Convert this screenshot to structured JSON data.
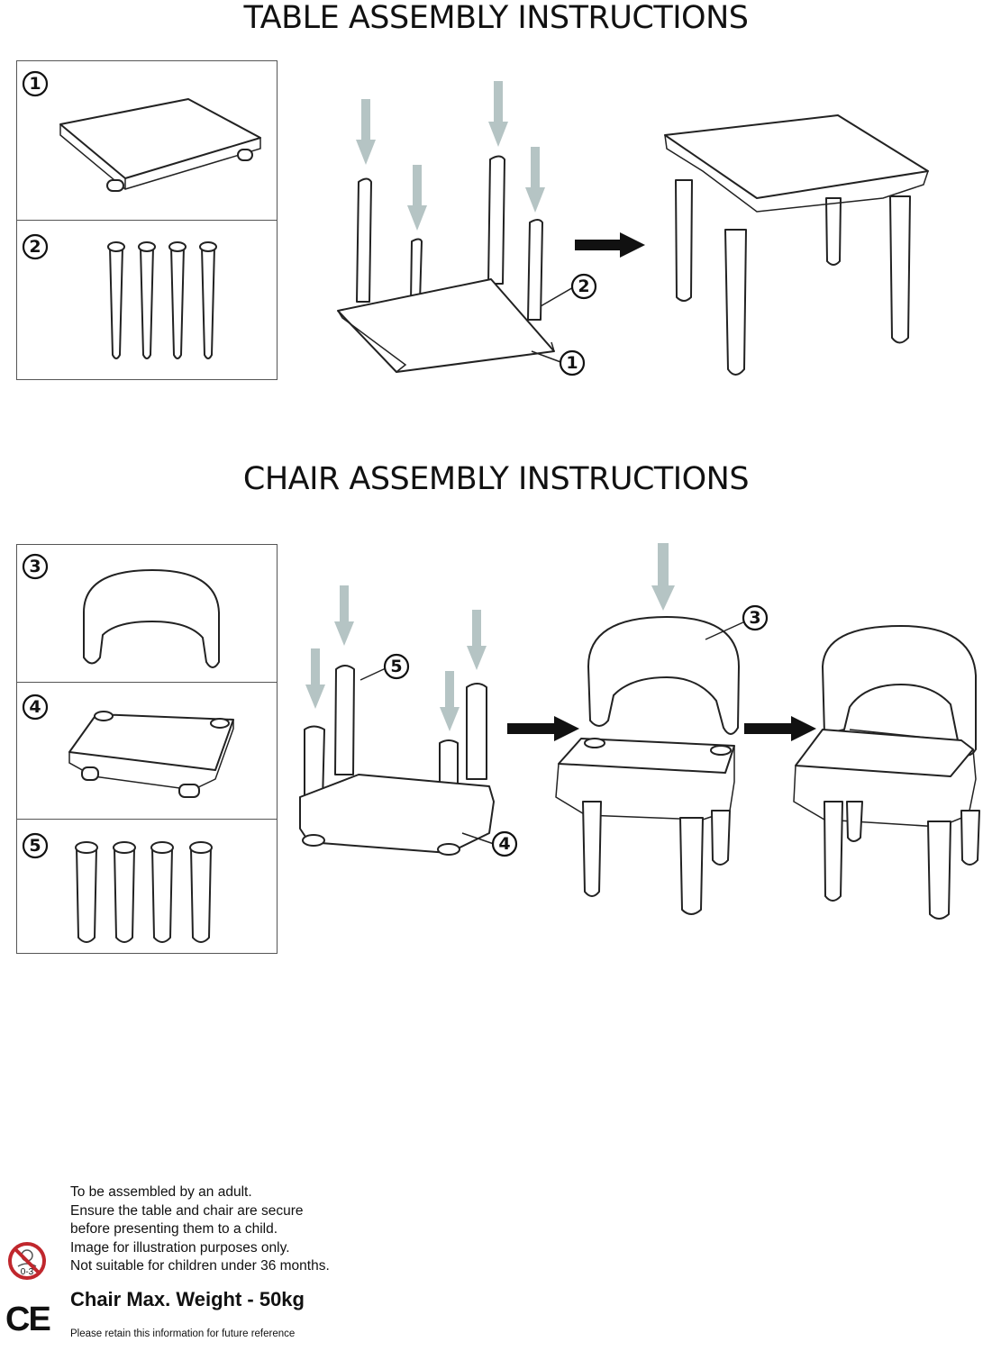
{
  "table_section": {
    "title": "TABLE ASSEMBLY INSTRUCTIONS"
  },
  "chair_section": {
    "title": "CHAIR ASSEMBLY INSTRUCTIONS"
  },
  "part_numbers": [
    "1",
    "2",
    "3",
    "4",
    "5"
  ],
  "notes": {
    "lines": [
      "To be assembled by an adult.",
      "Ensure the table and chair are secure",
      "before presenting them to a child.",
      "Image for illustration purposes only.",
      "Not suitable for children under 36 months."
    ],
    "max_weight": "Chair Max. Weight - 50kg",
    "retain": "Please retain this information for future reference"
  },
  "age_warning_icon": {
    "label": "0-3",
    "icon": "no-under-3-icon"
  },
  "ce_mark": "CE",
  "colors": {
    "guide_arrow": "#b5c4c4",
    "step_arrow": "#111111",
    "outline": "#222222"
  }
}
